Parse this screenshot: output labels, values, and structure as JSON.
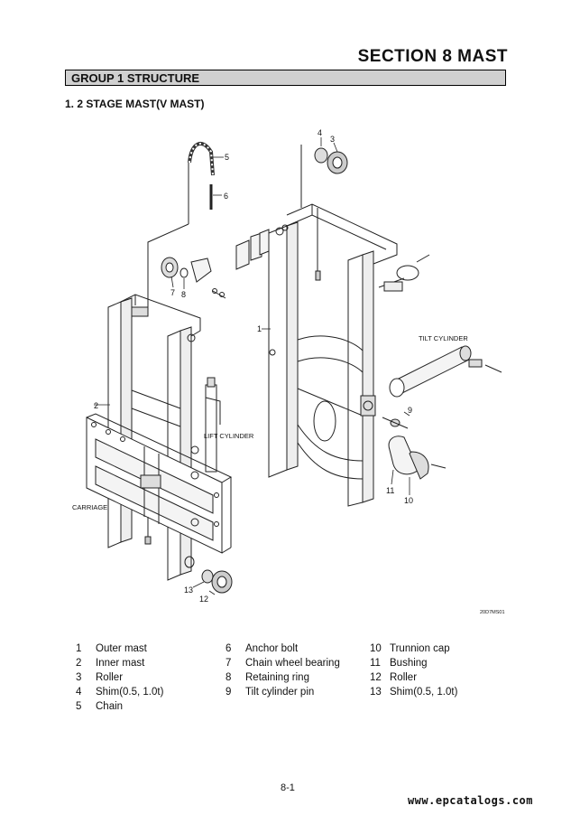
{
  "header": {
    "section_title": "SECTION 8 MAST",
    "group_title": "GROUP 1 STRUCTURE",
    "subheading": "1. 2 STAGE MAST(V MAST)"
  },
  "diagram": {
    "callouts": [
      "1",
      "2",
      "3",
      "4",
      "5",
      "6",
      "7",
      "8",
      "9",
      "10",
      "11",
      "12",
      "13"
    ],
    "labels": {
      "tilt_cylinder": "TILT CYLINDER",
      "lift_cylinder": "LIFT CYLINDER",
      "carriage": "CARRIAGE",
      "drawing_code": "20D7MS01"
    }
  },
  "legend": {
    "columns": [
      [
        {
          "num": "1",
          "name": "Outer mast"
        },
        {
          "num": "2",
          "name": "Inner mast"
        },
        {
          "num": "3",
          "name": "Roller"
        },
        {
          "num": "4",
          "name": "Shim(0.5, 1.0t)"
        },
        {
          "num": "5",
          "name": "Chain"
        }
      ],
      [
        {
          "num": "6",
          "name": "Anchor bolt"
        },
        {
          "num": "7",
          "name": "Chain wheel bearing"
        },
        {
          "num": "8",
          "name": "Retaining ring"
        },
        {
          "num": "9",
          "name": "Tilt cylinder pin"
        }
      ],
      [
        {
          "num": "10",
          "name": "Trunnion cap"
        },
        {
          "num": "11",
          "name": "Bushing"
        },
        {
          "num": "12",
          "name": "Roller"
        },
        {
          "num": "13",
          "name": "Shim(0.5, 1.0t)"
        }
      ]
    ]
  },
  "footer": {
    "page_number": "8-1",
    "watermark": "www.epcatalogs.com"
  }
}
